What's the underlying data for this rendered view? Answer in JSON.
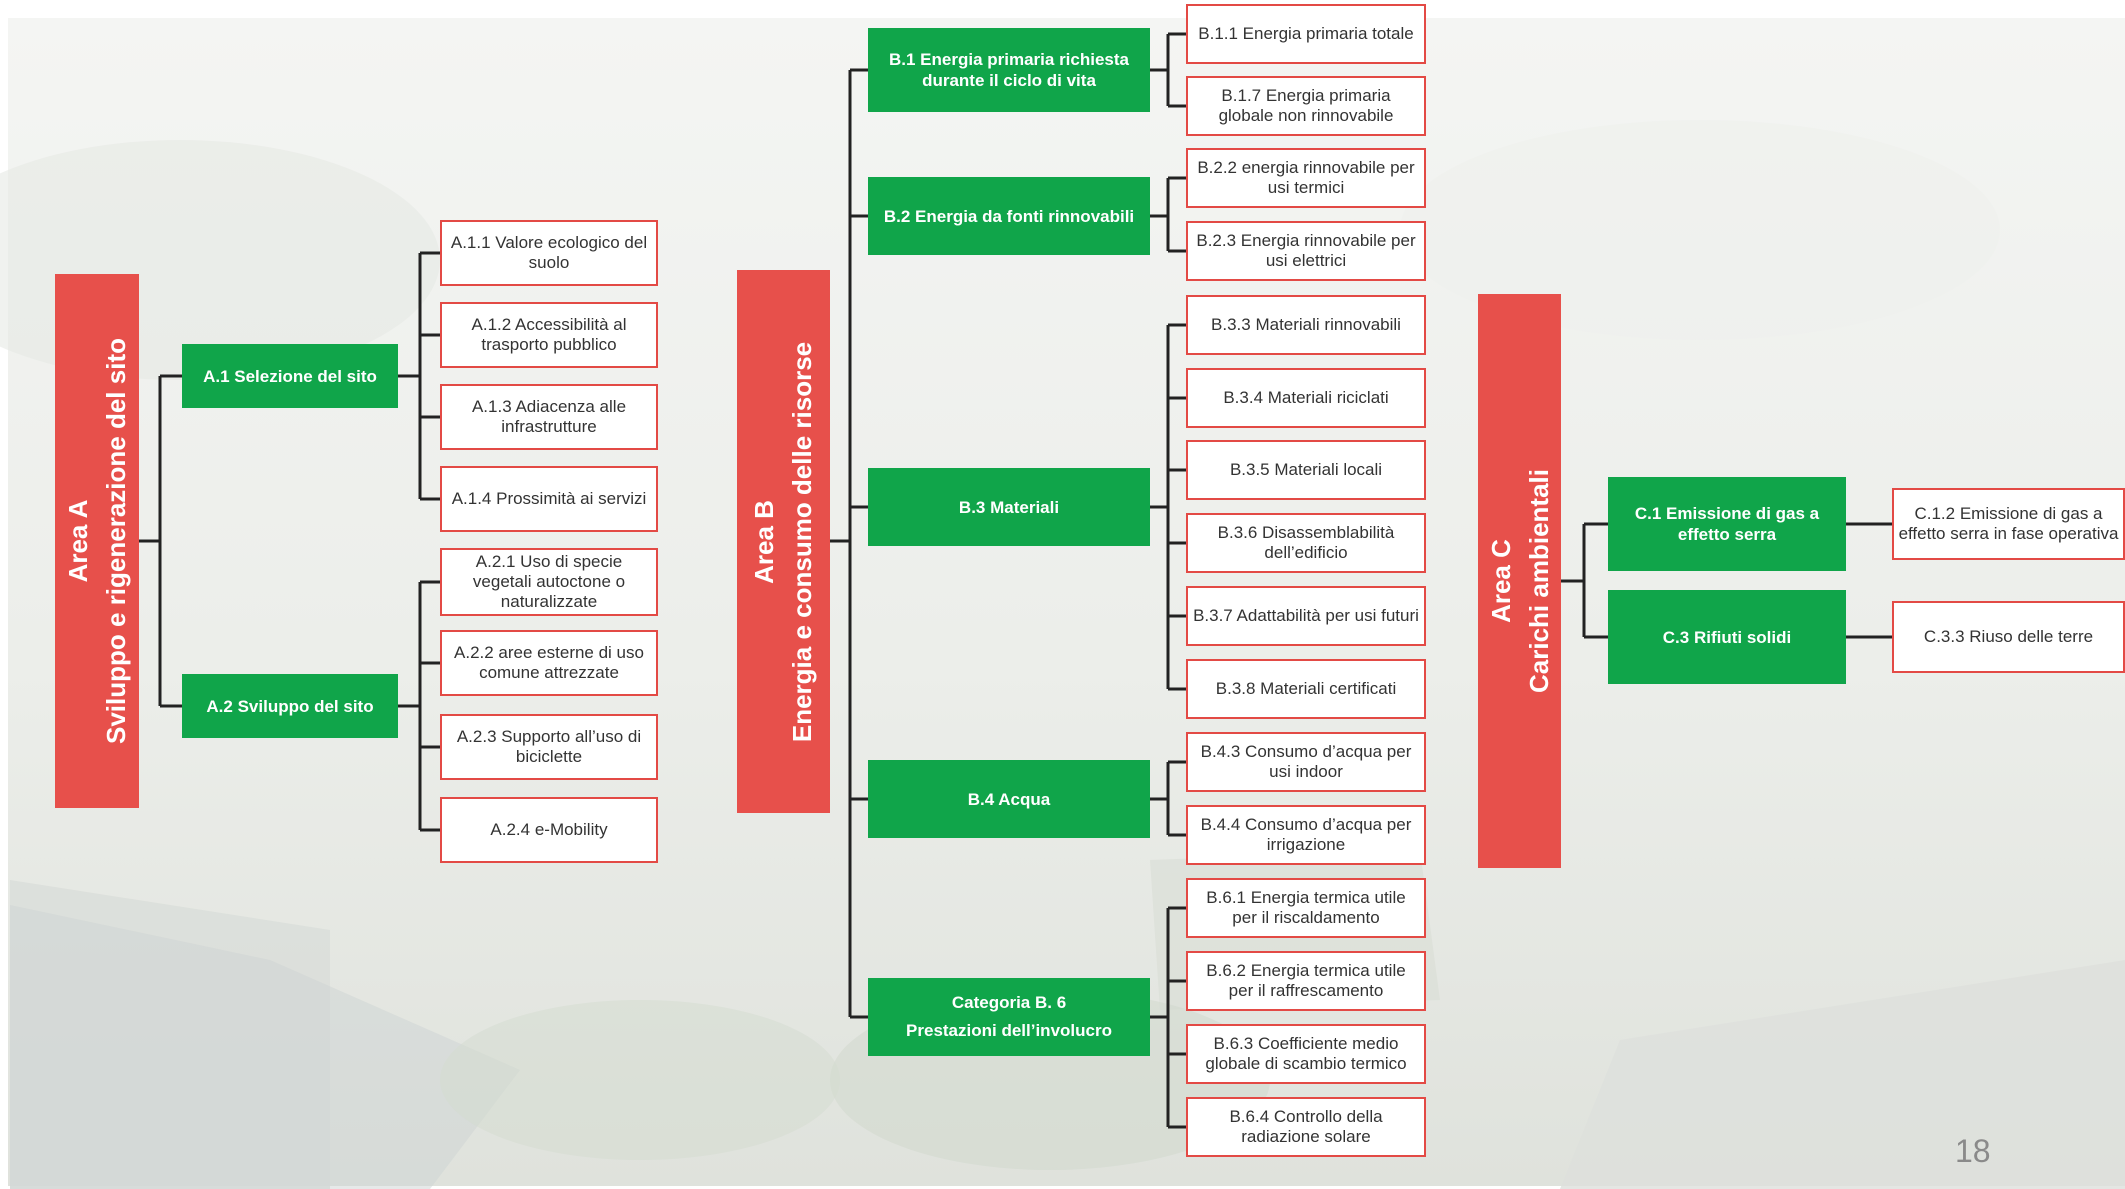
{
  "page_number": "18",
  "colors": {
    "area": "#e7504b",
    "category": "#10a54a",
    "leaf_border": "#e34a45",
    "connector": "#222222"
  },
  "areas": [
    {
      "title": "Area A",
      "subtitle": "Sviluppo  e rigenerazione del sito",
      "categories": [
        {
          "label": "A.1 Selezione del sito",
          "items": [
            "A.1.1 Valore ecologico del suolo",
            "A.1.2 Accessibilità al trasporto pubblico",
            "A.1.3 Adiacenza alle infrastrutture",
            "A.1.4 Prossimità ai servizi"
          ]
        },
        {
          "label": "A.2 Sviluppo del sito",
          "items": [
            "A.2.1 Uso di specie vegetali autoctone o naturalizzate",
            "A.2.2 aree esterne di uso comune attrezzate",
            "A.2.3 Supporto all’uso di biciclette",
            "A.2.4 e-Mobility"
          ]
        }
      ]
    },
    {
      "title": "Area B",
      "subtitle": "Energia e consumo delle risorse",
      "categories": [
        {
          "label": "B.1 Energia primaria richiesta durante il ciclo di vita",
          "items": [
            "B.1.1 Energia primaria totale",
            "B.1.7 Energia primaria globale non rinnovabile"
          ]
        },
        {
          "label": "B.2 Energia da fonti rinnovabili",
          "items": [
            "B.2.2 energia rinnovabile per usi termici",
            "B.2.3 Energia rinnovabile per usi elettrici"
          ]
        },
        {
          "label": "B.3 Materiali",
          "items": [
            "B.3.3 Materiali rinnovabili",
            "B.3.4 Materiali riciclati",
            "B.3.5 Materiali locali",
            "B.3.6 Disassemblabilità dell’edificio",
            "B.3.7 Adattabilità per usi futuri",
            "B.3.8 Materiali certificati"
          ]
        },
        {
          "label": "B.4 Acqua",
          "items": [
            "B.4.3 Consumo d’acqua per usi indoor",
            "B.4.4 Consumo d’acqua per irrigazione"
          ]
        },
        {
          "label_line1": "Categoria B. 6",
          "label_line2": "Prestazioni dell’involucro",
          "items": [
            "B.6.1 Energia termica utile per il riscaldamento",
            "B.6.2 Energia termica utile per il raffrescamento",
            "B.6.3 Coefficiente medio globale di scambio termico",
            "B.6.4 Controllo della radiazione solare"
          ]
        }
      ]
    },
    {
      "title": "Area C",
      "subtitle": "Carichi ambientali",
      "categories": [
        {
          "label": "C.1 Emissione di gas a effetto serra",
          "items": [
            "C.1.2 Emissione di gas a effetto serra in fase operativa"
          ]
        },
        {
          "label": "C.3 Rifiuti solidi",
          "items": [
            "C.3.3 Riuso delle terre"
          ]
        }
      ]
    }
  ]
}
